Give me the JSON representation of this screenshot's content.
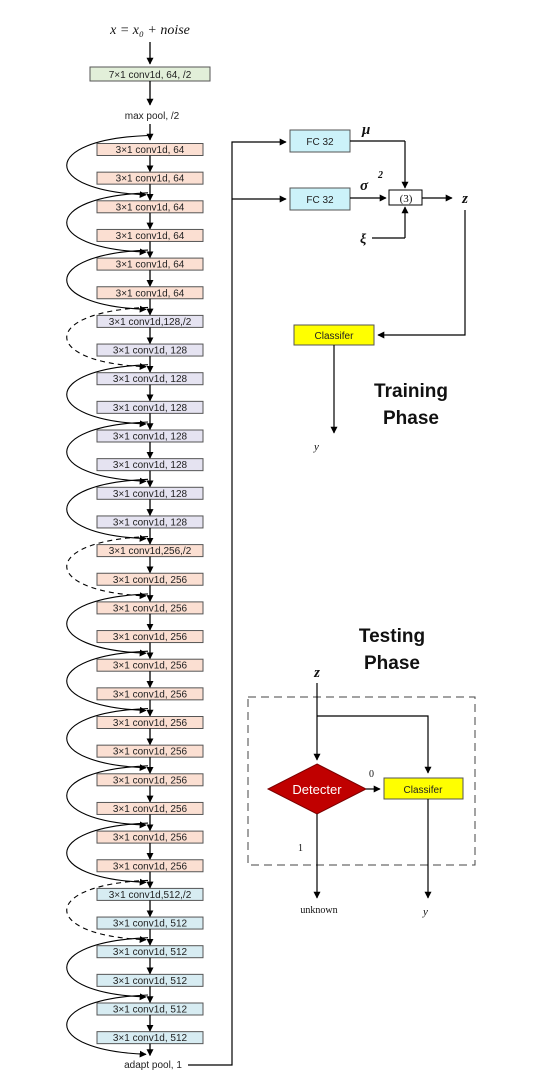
{
  "input_formula": "x = x₀ + noise",
  "stem": {
    "conv": "7×1 conv1d, 64, /2",
    "maxpool": "max pool, /2"
  },
  "blocks": [
    {
      "label": "3×1 conv1d, 64",
      "color": "#fbdfd2"
    },
    {
      "label": "3×1 conv1d, 64",
      "color": "#fbdfd2"
    },
    {
      "label": "3×1 conv1d, 64",
      "color": "#fbdfd2"
    },
    {
      "label": "3×1 conv1d, 64",
      "color": "#fbdfd2"
    },
    {
      "label": "3×1 conv1d, 64",
      "color": "#fbdfd2"
    },
    {
      "label": "3×1 conv1d, 64",
      "color": "#fbdfd2"
    },
    {
      "label": "3×1 conv1d,128,/2",
      "color": "#e5e3f1"
    },
    {
      "label": "3×1 conv1d, 128",
      "color": "#e5e3f1"
    },
    {
      "label": "3×1 conv1d, 128",
      "color": "#e5e3f1"
    },
    {
      "label": "3×1 conv1d, 128",
      "color": "#e5e3f1"
    },
    {
      "label": "3×1 conv1d, 128",
      "color": "#e5e3f1"
    },
    {
      "label": "3×1 conv1d, 128",
      "color": "#e5e3f1"
    },
    {
      "label": "3×1 conv1d, 128",
      "color": "#e5e3f1"
    },
    {
      "label": "3×1 conv1d, 128",
      "color": "#e5e3f1"
    },
    {
      "label": "3×1 conv1d,256,/2",
      "color": "#fbdfd2"
    },
    {
      "label": "3×1 conv1d, 256",
      "color": "#fbdfd2"
    },
    {
      "label": "3×1 conv1d, 256",
      "color": "#fbdfd2"
    },
    {
      "label": "3×1 conv1d, 256",
      "color": "#fbdfd2"
    },
    {
      "label": "3×1 conv1d, 256",
      "color": "#fbdfd2"
    },
    {
      "label": "3×1 conv1d, 256",
      "color": "#fbdfd2"
    },
    {
      "label": "3×1 conv1d, 256",
      "color": "#fbdfd2"
    },
    {
      "label": "3×1 conv1d, 256",
      "color": "#fbdfd2"
    },
    {
      "label": "3×1 conv1d, 256",
      "color": "#fbdfd2"
    },
    {
      "label": "3×1 conv1d, 256",
      "color": "#fbdfd2"
    },
    {
      "label": "3×1 conv1d, 256",
      "color": "#fbdfd2"
    },
    {
      "label": "3×1 conv1d, 256",
      "color": "#fbdfd2"
    },
    {
      "label": "3×1 conv1d,512,/2",
      "color": "#d7ecf2"
    },
    {
      "label": "3×1 conv1d, 512",
      "color": "#d7ecf2"
    },
    {
      "label": "3×1 conv1d, 512",
      "color": "#d7ecf2"
    },
    {
      "label": "3×1 conv1d, 512",
      "color": "#d7ecf2"
    },
    {
      "label": "3×1 conv1d, 512",
      "color": "#d7ecf2"
    },
    {
      "label": "3×1 conv1d, 512",
      "color": "#d7ecf2"
    }
  ],
  "adapt_pool": "adapt pool, 1",
  "training": {
    "fc1": "FC 32",
    "fc2": "FC 32",
    "mu": "μ",
    "sigma": "σ",
    "sigma_exp": "2",
    "xi": "ξ",
    "op": "(3)",
    "z": "z",
    "classifier": "Classifer",
    "y": "y",
    "phase_line1": "Training",
    "phase_line2": "Phase"
  },
  "testing": {
    "phase_line1": "Testing",
    "phase_line2": "Phase",
    "z": "z",
    "detecter": "Detecter",
    "classifier": "Classifer",
    "zero": "0",
    "one": "1",
    "unknown": "unknown",
    "y": "y"
  },
  "colors": {
    "stem_fill": "#e2efd9",
    "fc_fill": "#ccf2f9",
    "classifier_fill": "#ffff00",
    "detecter_fill": "#c00000",
    "detecter_text": "#ffffff"
  }
}
